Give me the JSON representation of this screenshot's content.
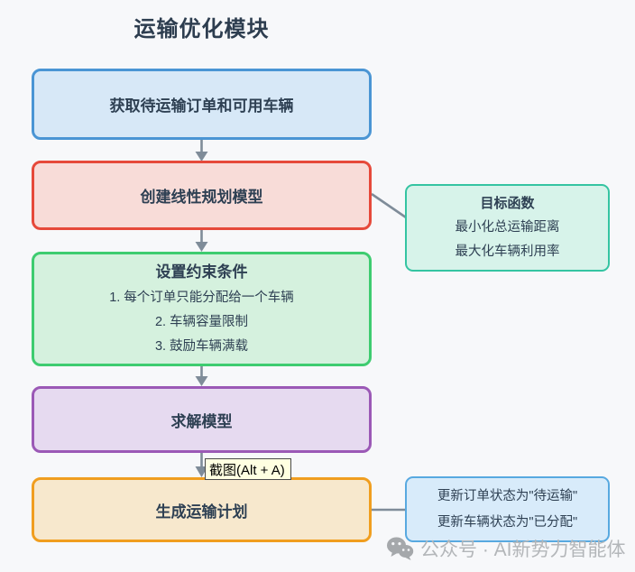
{
  "title": "运输优化模块",
  "nodes": {
    "fetch": {
      "label": "获取待运输订单和可用车辆"
    },
    "create_model": {
      "label": "创建线性规划模型"
    },
    "constraints": {
      "title": "设置约束条件",
      "items": [
        "1. 每个订单只能分配给一个车辆",
        "2. 车辆容量限制",
        "3. 鼓励车辆满载"
      ]
    },
    "solve": {
      "label": "求解模型"
    },
    "generate_plan": {
      "label": "生成运输计划"
    }
  },
  "notes": {
    "objective": {
      "title": "目标函数",
      "lines": [
        "最小化总运输距离",
        "最大化车辆利用率"
      ]
    },
    "status_update": {
      "lines": [
        "更新订单状态为\"待运输\"",
        "更新车辆状态为\"已分配\""
      ]
    }
  },
  "tooltip": {
    "label": "截图(Alt + A)"
  },
  "watermark": {
    "icon": "wechat-icon",
    "text": "公众号 · AI新势力智能体"
  },
  "colors": {
    "background": "#f7f8fa",
    "text": "#2e4053",
    "title": "#2d3d4f",
    "arrow": "#7f8c99",
    "node_fetch_border": "#4a95d4",
    "node_fetch_fill": "#d7e8f7",
    "node_create_border": "#e6493a",
    "node_create_fill": "#f8dcd8",
    "node_constraints_border": "#3ecc70",
    "node_constraints_fill": "#d5f1de",
    "node_solve_border": "#9b59b6",
    "node_solve_fill": "#e6daf0",
    "node_generate_border": "#f09e1f",
    "node_generate_fill": "#f7e8cd",
    "note_objective_border": "#35c4a2",
    "note_objective_fill": "#d7f3ea",
    "note_status_border": "#58a9e0",
    "note_status_fill": "#d8ebfa",
    "tooltip_bg": "#ffffe1",
    "tooltip_border": "#4a4a4a",
    "watermark": "#b3b6b9",
    "watermark_icon": "#a5a8ab"
  }
}
